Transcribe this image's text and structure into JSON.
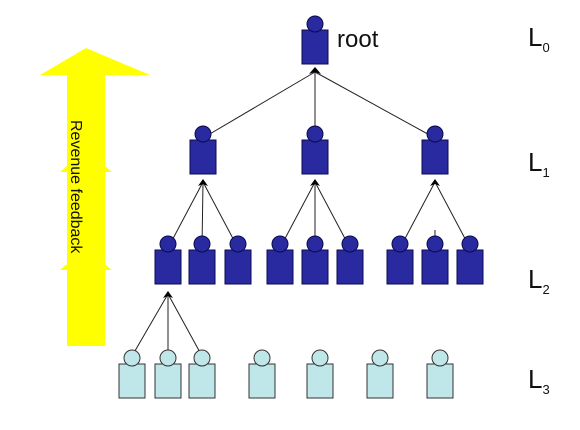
{
  "root_label": "root",
  "levels": [
    {
      "base": "L",
      "sub": "0"
    },
    {
      "base": "L",
      "sub": "1"
    },
    {
      "base": "L",
      "sub": "2"
    },
    {
      "base": "L",
      "sub": "3"
    }
  ],
  "arrow_text": "Revenue feedback",
  "colors": {
    "node_dark": "#2a2aa0",
    "node_dark_stroke": "#0a0a50",
    "node_light": "#bfe7ea",
    "node_light_stroke": "#333333",
    "arrow_fill": "#ffff00",
    "edge": "#222222"
  }
}
